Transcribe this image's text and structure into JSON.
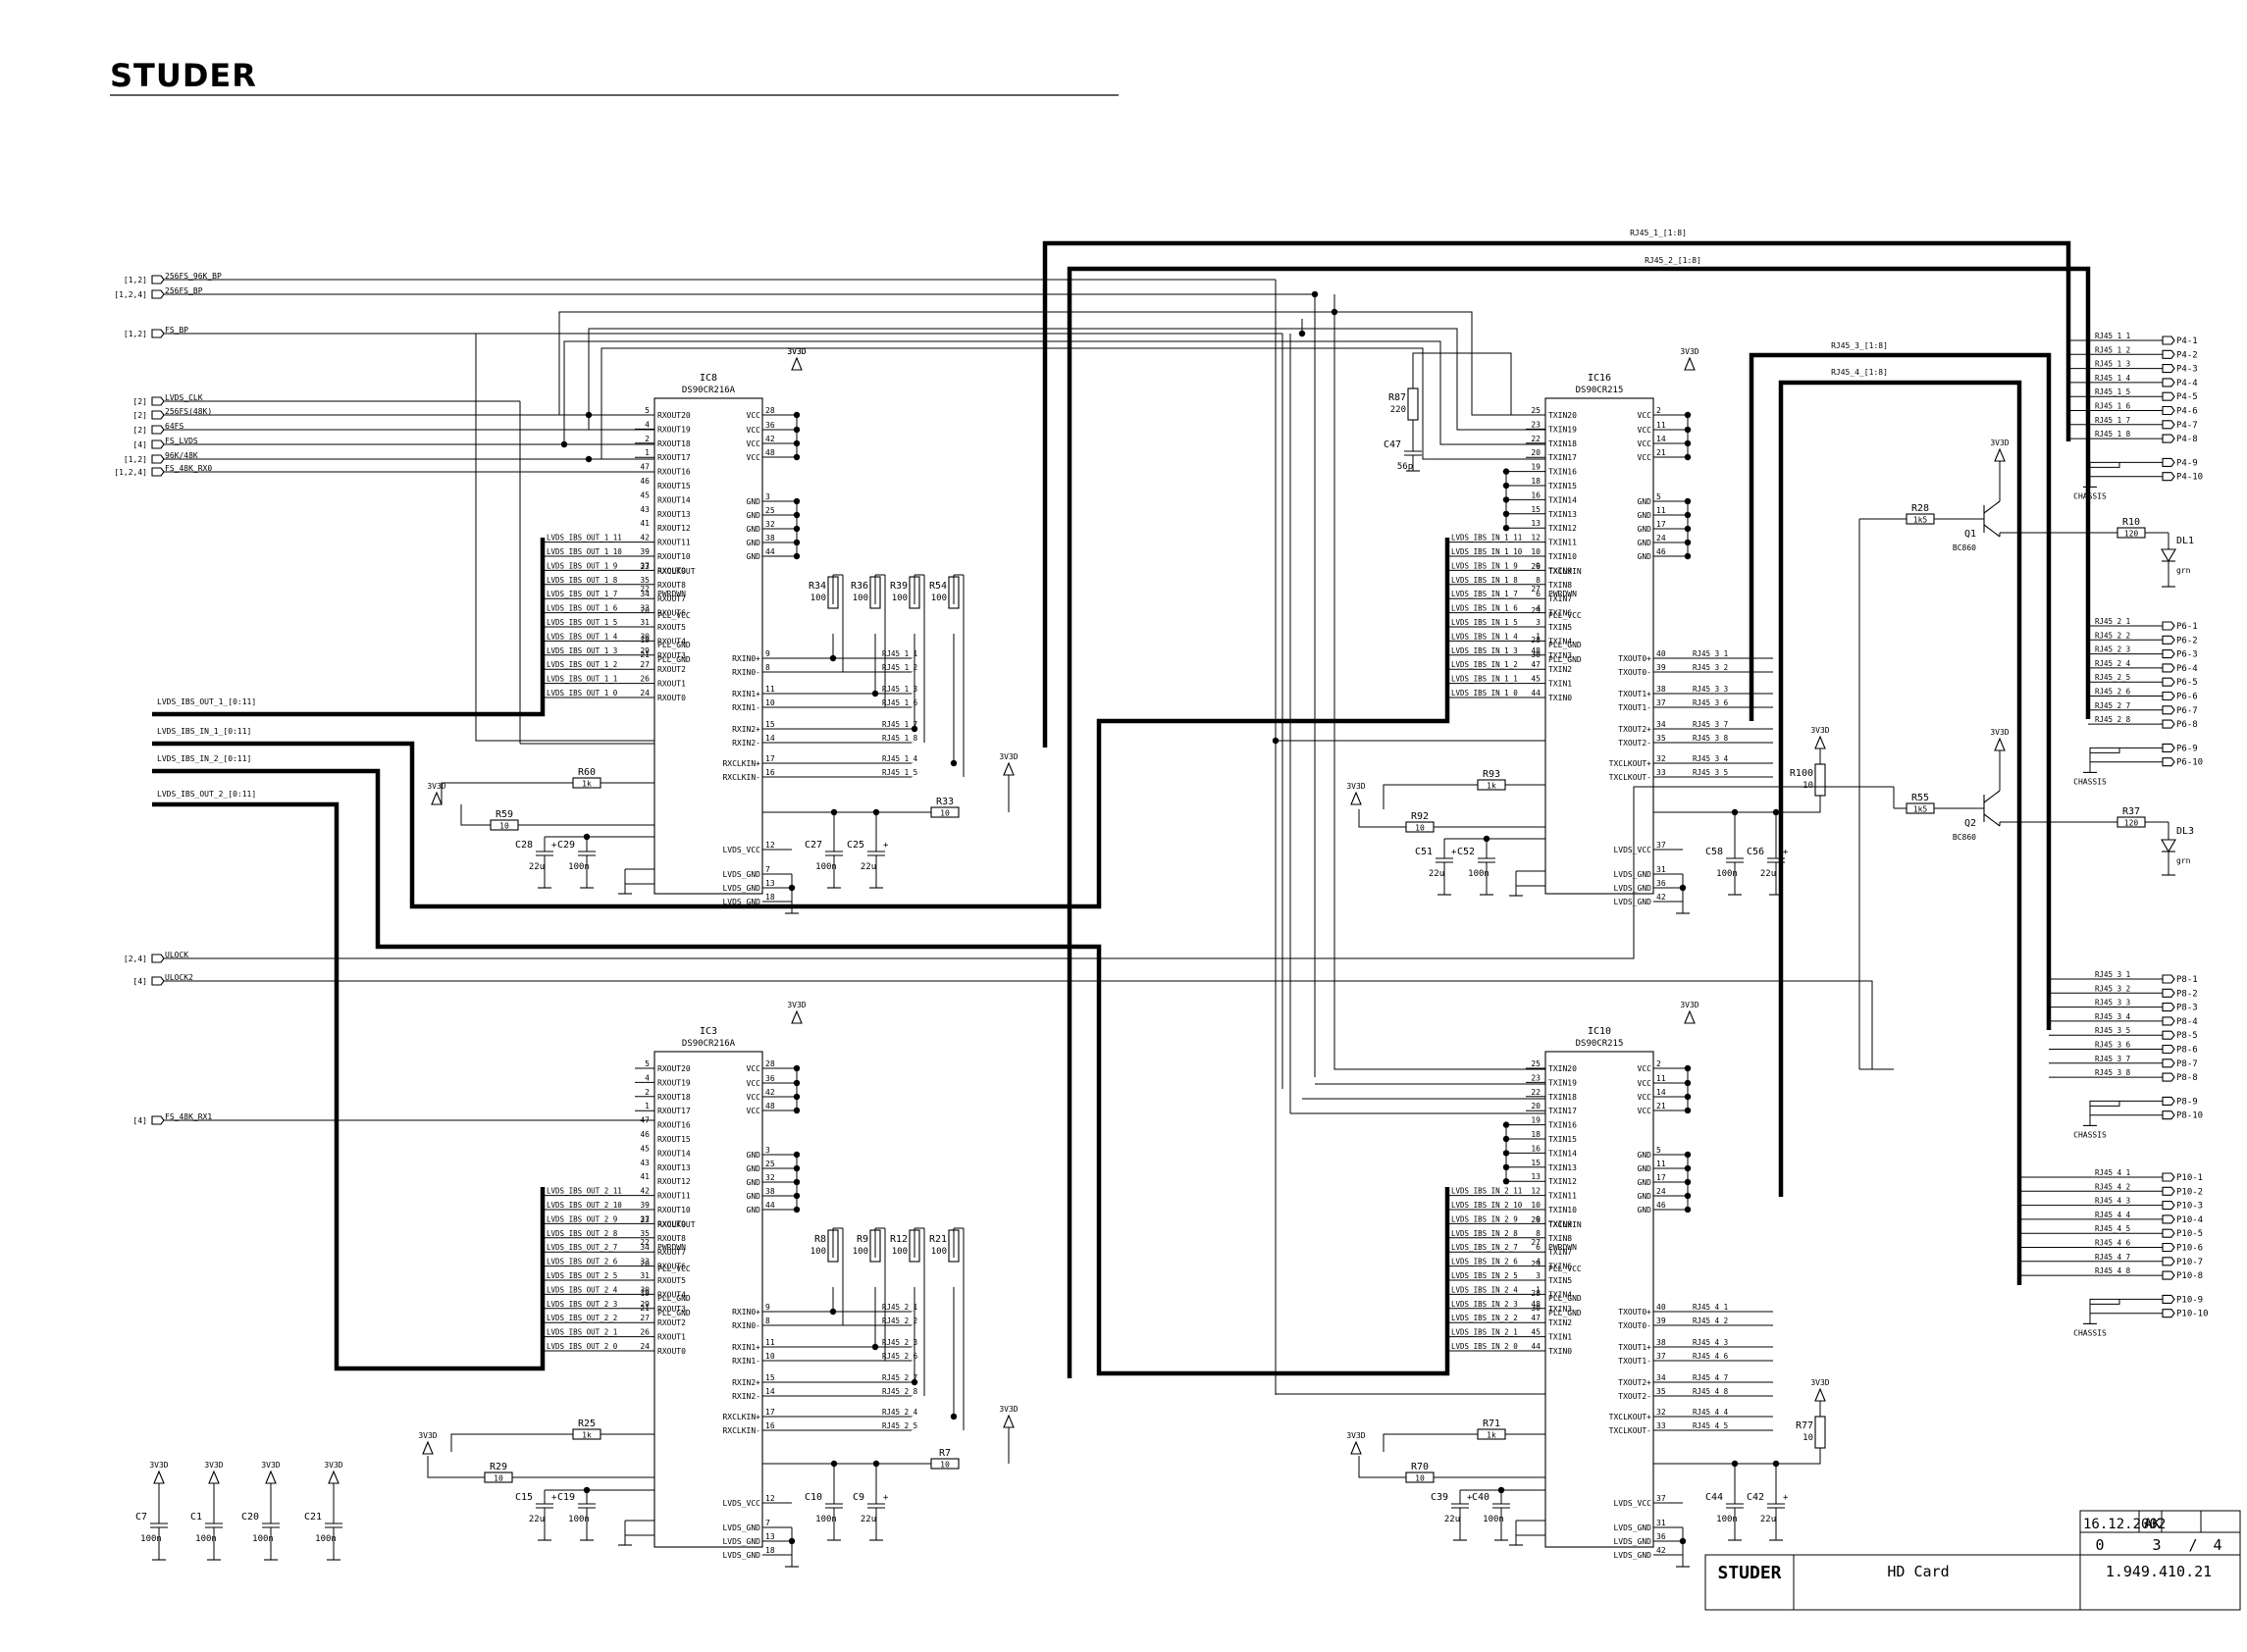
{
  "header": {
    "logo": "STUDER"
  },
  "titleblock": {
    "date": "16.12.2002",
    "author": "AK",
    "index": "0",
    "sheet": "3",
    "sheets": "4",
    "logo": "STUDER",
    "title": "HD Card",
    "number": "1.949.410.21"
  },
  "buses": {
    "rj45_1": "RJ45_1_[1:8]",
    "rj45_2": "RJ45_2_[1:8]",
    "rj45_3": "RJ45_3_[1:8]",
    "rj45_4": "RJ45_4_[1:8]",
    "lvds_out_1": "LVDS_IBS_OUT_1_[0:11]",
    "lvds_in_1": "LVDS_IBS_IN_1_[0:11]",
    "lvds_in_2": "LVDS_IBS_IN_2_[0:11]",
    "lvds_out_2": "LVDS_IBS_OUT_2_[0:11]"
  },
  "inputs": [
    {
      "ref": "[1,2]",
      "name": "256FS_96K_BP"
    },
    {
      "ref": "[1,2,4]",
      "name": "256FS_BP"
    },
    {
      "ref": "[1,2]",
      "name": "FS_BP"
    },
    {
      "ref": "[2]",
      "name": "LVDS_CLK"
    },
    {
      "ref": "[2]",
      "name": "256FS(48K)"
    },
    {
      "ref": "[2]",
      "name": "64FS"
    },
    {
      "ref": "[4]",
      "name": "FS_LVDS"
    },
    {
      "ref": "[1,2]",
      "name": "96K/48K"
    },
    {
      "ref": "[1,2,4]",
      "name": "FS_48K_RX0"
    },
    {
      "ref": "[2,4]",
      "name": "ULOCK"
    },
    {
      "ref": "[4]",
      "name": "ULOCK2"
    },
    {
      "ref": "[4]",
      "name": "FS_48K_RX1"
    }
  ],
  "ic8": {
    "ref": "IC8",
    "part": "DS90CR216A"
  },
  "ic3": {
    "ref": "IC3",
    "part": "DS90CR216A"
  },
  "ic16": {
    "ref": "IC16",
    "part": "DS90CR215"
  },
  "ic10": {
    "ref": "IC10",
    "part": "DS90CR215"
  },
  "rx_left": [
    {
      "pin": "5",
      "name": "RXOUT20"
    },
    {
      "pin": "4",
      "name": "RXOUT19"
    },
    {
      "pin": "2",
      "name": "RXOUT18"
    },
    {
      "pin": "1",
      "name": "RXOUT17"
    },
    {
      "pin": "47",
      "name": "RXOUT16"
    },
    {
      "pin": "46",
      "name": "RXOUT15"
    },
    {
      "pin": "45",
      "name": "RXOUT14"
    },
    {
      "pin": "43",
      "name": "RXOUT13"
    },
    {
      "pin": "41",
      "name": "RXOUT12"
    },
    {
      "pin": "42",
      "name": "RXOUT11"
    },
    {
      "pin": "39",
      "name": "RXOUT10"
    },
    {
      "pin": "37",
      "name": "RXOUT9"
    },
    {
      "pin": "35",
      "name": "RXOUT8"
    },
    {
      "pin": "34",
      "name": "RXOUT7"
    },
    {
      "pin": "33",
      "name": "RXOUT6"
    },
    {
      "pin": "31",
      "name": "RXOUT5"
    },
    {
      "pin": "30",
      "name": "RXOUT4"
    },
    {
      "pin": "29",
      "name": "RXOUT3"
    },
    {
      "pin": "27",
      "name": "RXOUT2"
    },
    {
      "pin": "26",
      "name": "RXOUT1"
    },
    {
      "pin": "24",
      "name": "RXOUT0"
    }
  ],
  "rx_extra": [
    {
      "pin": "23",
      "name": "RXCLKOUT"
    },
    {
      "pin": "22",
      "name": "PWRDWN"
    },
    {
      "pin": "20",
      "name": "PLL_VCC"
    },
    {
      "pin": "19",
      "name": "PLL_GND"
    },
    {
      "pin": "21",
      "name": "PLL_GND"
    }
  ],
  "rx_right_top": [
    {
      "pin": "28",
      "name": "VCC"
    },
    {
      "pin": "36",
      "name": "VCC"
    },
    {
      "pin": "42",
      "name": "VCC"
    },
    {
      "pin": "48",
      "name": "VCC"
    },
    {
      "pin": "3",
      "name": "GND"
    },
    {
      "pin": "25",
      "name": "GND"
    },
    {
      "pin": "32",
      "name": "GND"
    },
    {
      "pin": "38",
      "name": "GND"
    },
    {
      "pin": "44",
      "name": "GND"
    }
  ],
  "rx_right_mid": [
    {
      "pin": "9",
      "name": "RXIN0+"
    },
    {
      "pin": "8",
      "name": "RXIN0-"
    },
    {
      "pin": "11",
      "name": "RXIN1+"
    },
    {
      "pin": "10",
      "name": "RXIN1-"
    },
    {
      "pin": "15",
      "name": "RXIN2+"
    },
    {
      "pin": "14",
      "name": "RXIN2-"
    },
    {
      "pin": "17",
      "name": "RXCLKIN+"
    },
    {
      "pin": "16",
      "name": "RXCLKIN-"
    }
  ],
  "rx_right_bot": [
    {
      "pin": "12",
      "name": "LVDS_VCC"
    },
    {
      "pin": "7",
      "name": "LVDS_GND"
    },
    {
      "pin": "13",
      "name": "LVDS_GND"
    },
    {
      "pin": "18",
      "name": "LVDS_GND"
    }
  ],
  "tx_left": [
    {
      "pin": "25",
      "name": "TXIN20"
    },
    {
      "pin": "23",
      "name": "TXIN19"
    },
    {
      "pin": "22",
      "name": "TXIN18"
    },
    {
      "pin": "20",
      "name": "TXIN17"
    },
    {
      "pin": "19",
      "name": "TXIN16"
    },
    {
      "pin": "18",
      "name": "TXIN15"
    },
    {
      "pin": "16",
      "name": "TXIN14"
    },
    {
      "pin": "15",
      "name": "TXIN13"
    },
    {
      "pin": "13",
      "name": "TXIN12"
    },
    {
      "pin": "12",
      "name": "TXIN11"
    },
    {
      "pin": "10",
      "name": "TXIN10"
    },
    {
      "pin": "9",
      "name": "TXIN9"
    },
    {
      "pin": "8",
      "name": "TXIN8"
    },
    {
      "pin": "6",
      "name": "TXIN7"
    },
    {
      "pin": "4",
      "name": "TXIN6"
    },
    {
      "pin": "3",
      "name": "TXIN5"
    },
    {
      "pin": "1",
      "name": "TXIN4"
    },
    {
      "pin": "48",
      "name": "TXIN3"
    },
    {
      "pin": "47",
      "name": "TXIN2"
    },
    {
      "pin": "45",
      "name": "TXIN1"
    },
    {
      "pin": "44",
      "name": "TXIN0"
    }
  ],
  "tx_extra": [
    {
      "pin": "26",
      "name": "TXCLKIN"
    },
    {
      "pin": "27",
      "name": "PWRDWN"
    },
    {
      "pin": "29",
      "name": "PLL_VCC"
    },
    {
      "pin": "28",
      "name": "PLL_GND"
    },
    {
      "pin": "30",
      "name": "PLL_GND"
    }
  ],
  "tx_right_top": [
    {
      "pin": "2",
      "name": "VCC"
    },
    {
      "pin": "11",
      "name": "VCC"
    },
    {
      "pin": "14",
      "name": "VCC"
    },
    {
      "pin": "21",
      "name": "VCC"
    },
    {
      "pin": "5",
      "name": "GND"
    },
    {
      "pin": "11",
      "name": "GND"
    },
    {
      "pin": "17",
      "name": "GND"
    },
    {
      "pin": "24",
      "name": "GND"
    },
    {
      "pin": "46",
      "name": "GND"
    }
  ],
  "tx_right_mid": [
    {
      "pin": "40",
      "name": "TXOUT0+"
    },
    {
      "pin": "39",
      "name": "TXOUT0-"
    },
    {
      "pin": "38",
      "name": "TXOUT1+"
    },
    {
      "pin": "37",
      "name": "TXOUT1-"
    },
    {
      "pin": "34",
      "name": "TXOUT2+"
    },
    {
      "pin": "35",
      "name": "TXOUT2-"
    },
    {
      "pin": "32",
      "name": "TXCLKOUT+"
    },
    {
      "pin": "33",
      "name": "TXCLKOUT-"
    }
  ],
  "tx_right_bot": [
    {
      "pin": "37",
      "name": "LVDS_VCC"
    },
    {
      "pin": "31",
      "name": "LVDS_GND"
    },
    {
      "pin": "36",
      "name": "LVDS_GND"
    },
    {
      "pin": "42",
      "name": "LVDS_GND"
    }
  ],
  "lvds_out_1_nets": [
    "LVDS_IBS_OUT_1_11",
    "LVDS_IBS_OUT_1_10",
    "LVDS_IBS_OUT_1_9",
    "LVDS_IBS_OUT_1_8",
    "LVDS_IBS_OUT_1_7",
    "LVDS_IBS_OUT_1_6",
    "LVDS_IBS_OUT_1_5",
    "LVDS_IBS_OUT_1_4",
    "LVDS_IBS_OUT_1_3",
    "LVDS_IBS_OUT_1_2",
    "LVDS_IBS_OUT_1_1",
    "LVDS_IBS_OUT_1_0"
  ],
  "lvds_out_2_nets": [
    "LVDS_IBS_OUT_2_11",
    "LVDS_IBS_OUT_2_10",
    "LVDS_IBS_OUT_2_9",
    "LVDS_IBS_OUT_2_8",
    "LVDS_IBS_OUT_2_7",
    "LVDS_IBS_OUT_2_6",
    "LVDS_IBS_OUT_2_5",
    "LVDS_IBS_OUT_2_4",
    "LVDS_IBS_OUT_2_3",
    "LVDS_IBS_OUT_2_2",
    "LVDS_IBS_OUT_2_1",
    "LVDS_IBS_OUT_2_0"
  ],
  "lvds_in_1_nets": [
    "LVDS_IBS_IN_1_11",
    "LVDS_IBS_IN_1_10",
    "LVDS_IBS_IN_1_9",
    "LVDS_IBS_IN_1_8",
    "LVDS_IBS_IN_1_7",
    "LVDS_IBS_IN_1_6",
    "LVDS_IBS_IN_1_5",
    "LVDS_IBS_IN_1_4",
    "LVDS_IBS_IN_1_3",
    "LVDS_IBS_IN_1_2",
    "LVDS_IBS_IN_1_1",
    "LVDS_IBS_IN_1_0"
  ],
  "lvds_in_2_nets": [
    "LVDS_IBS_IN_2_11",
    "LVDS_IBS_IN_2_10",
    "LVDS_IBS_IN_2_9",
    "LVDS_IBS_IN_2_8",
    "LVDS_IBS_IN_2_7",
    "LVDS_IBS_IN_2_6",
    "LVDS_IBS_IN_2_5",
    "LVDS_IBS_IN_2_4",
    "LVDS_IBS_IN_2_3",
    "LVDS_IBS_IN_2_2",
    "LVDS_IBS_IN_2_1",
    "LVDS_IBS_IN_2_0"
  ],
  "rj45_ic8": [
    "RJ45_1_1",
    "RJ45_1_2",
    "RJ45_1_3",
    "RJ45_1_6",
    "RJ45_1_7",
    "RJ45_1_8",
    "RJ45_1_4",
    "RJ45_1_5"
  ],
  "rj45_ic3": [
    "RJ45_2_1",
    "RJ45_2_2",
    "RJ45_2_3",
    "RJ45_2_6",
    "RJ45_2_7",
    "RJ45_2_8",
    "RJ45_2_4",
    "RJ45_2_5"
  ],
  "rj45_ic16": [
    "RJ45_3_1",
    "RJ45_3_2",
    "RJ45_3_3",
    "RJ45_3_6",
    "RJ45_3_7",
    "RJ45_3_8",
    "RJ45_3_4",
    "RJ45_3_5"
  ],
  "rj45_ic10": [
    "RJ45_4_1",
    "RJ45_4_2",
    "RJ45_4_3",
    "RJ45_4_6",
    "RJ45_4_7",
    "RJ45_4_8",
    "RJ45_4_4",
    "RJ45_4_5"
  ],
  "connectors": [
    {
      "pins": [
        "P4-1",
        "P4-2",
        "P4-3",
        "P4-4",
        "P4-5",
        "P4-6",
        "P4-7",
        "P4-8"
      ],
      "nets": [
        "RJ45_1_1",
        "RJ45_1_2",
        "RJ45_1_3",
        "RJ45_1_4",
        "RJ45_1_5",
        "RJ45_1_6",
        "RJ45_1_7",
        "RJ45_1_8"
      ],
      "gnd": [
        "P4-9",
        "P4-10"
      ]
    },
    {
      "pins": [
        "P6-1",
        "P6-2",
        "P6-3",
        "P6-4",
        "P6-5",
        "P6-6",
        "P6-7",
        "P6-8"
      ],
      "nets": [
        "RJ45_2_1",
        "RJ45_2_2",
        "RJ45_2_3",
        "RJ45_2_4",
        "RJ45_2_5",
        "RJ45_2_6",
        "RJ45_2_7",
        "RJ45_2_8"
      ],
      "gnd": [
        "P6-9",
        "P6-10"
      ]
    },
    {
      "pins": [
        "P8-1",
        "P8-2",
        "P8-3",
        "P8-4",
        "P8-5",
        "P8-6",
        "P8-7",
        "P8-8"
      ],
      "nets": [
        "RJ45_3_1",
        "RJ45_3_2",
        "RJ45_3_3",
        "RJ45_3_4",
        "RJ45_3_5",
        "RJ45_3_6",
        "RJ45_3_7",
        "RJ45_3_8"
      ],
      "gnd": [
        "P8-9",
        "P8-10"
      ]
    },
    {
      "pins": [
        "P10-1",
        "P10-2",
        "P10-3",
        "P10-4",
        "P10-5",
        "P10-6",
        "P10-7",
        "P10-8"
      ],
      "nets": [
        "RJ45_4_1",
        "RJ45_4_2",
        "RJ45_4_3",
        "RJ45_4_4",
        "RJ45_4_5",
        "RJ45_4_6",
        "RJ45_4_7",
        "RJ45_4_8"
      ],
      "gnd": [
        "P10-9",
        "P10-10"
      ]
    }
  ],
  "chassis": "CHASSIS",
  "power": "3V3D",
  "components": {
    "r34": [
      "R34",
      "100"
    ],
    "r36": [
      "R36",
      "100"
    ],
    "r39": [
      "R39",
      "100"
    ],
    "r54": [
      "R54",
      "100"
    ],
    "r8": [
      "R8",
      "100"
    ],
    "r9": [
      "R9",
      "100"
    ],
    "r12": [
      "R12",
      "100"
    ],
    "r21": [
      "R21",
      "100"
    ],
    "r60": [
      "R60",
      "1k"
    ],
    "r59": [
      "R59",
      "10"
    ],
    "r33": [
      "R33",
      "10"
    ],
    "r25": [
      "R25",
      "1k"
    ],
    "r29": [
      "R29",
      "10"
    ],
    "r7": [
      "R7",
      "10"
    ],
    "r93": [
      "R93",
      "1k"
    ],
    "r92": [
      "R92",
      "10"
    ],
    "r100": [
      "R100",
      "10"
    ],
    "r71": [
      "R71",
      "1k"
    ],
    "r70": [
      "R70",
      "10"
    ],
    "r77": [
      "R77",
      "10"
    ],
    "r87": [
      "R87",
      "220"
    ],
    "c47": [
      "C47",
      "56p"
    ],
    "r28": [
      "R28",
      "1k5"
    ],
    "r55": [
      "R55",
      "1k5"
    ],
    "r10": [
      "R10",
      "120"
    ],
    "r37": [
      "R37",
      "120"
    ],
    "q1": [
      "Q1",
      "BC860"
    ],
    "q2": [
      "Q2",
      "BC860"
    ],
    "dl1": [
      "DL1",
      "grn"
    ],
    "dl3": [
      "DL3",
      "grn"
    ],
    "c28": [
      "C28",
      "22u"
    ],
    "c29": [
      "C29",
      "100n"
    ],
    "c27": [
      "C27",
      "100n"
    ],
    "c25": [
      "C25",
      "22u"
    ],
    "c15": [
      "C15",
      "22u"
    ],
    "c19": [
      "C19",
      "100n"
    ],
    "c10": [
      "C10",
      "100n"
    ],
    "c9": [
      "C9",
      "22u"
    ],
    "c51": [
      "C51",
      "22u"
    ],
    "c52": [
      "C52",
      "100n"
    ],
    "c58": [
      "C58",
      "100n"
    ],
    "c56": [
      "C56",
      "22u"
    ],
    "c39": [
      "C39",
      "22u"
    ],
    "c40": [
      "C40",
      "100n"
    ],
    "c44": [
      "C44",
      "100n"
    ],
    "c42": [
      "C42",
      "22u"
    ],
    "c7": [
      "C7",
      "100n"
    ],
    "c1": [
      "C1",
      "100n"
    ],
    "c20": [
      "C20",
      "100n"
    ],
    "c21": [
      "C21",
      "100n"
    ]
  }
}
